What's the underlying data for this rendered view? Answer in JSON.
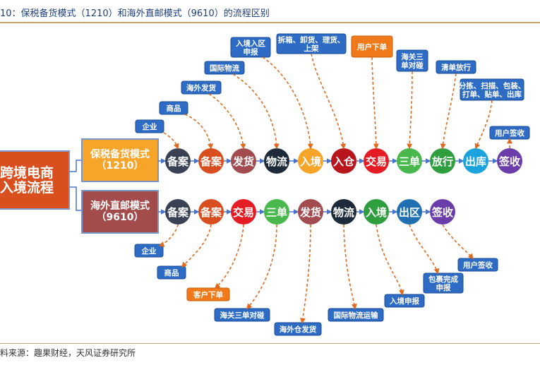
{
  "caption": "10：保税备货模式（1210）和海外直邮模式（9610）的流程区别",
  "source": "料来源：趣果财经，天风证券研究所",
  "root": {
    "line1": "跨境电商",
    "line2": "入境流程",
    "fill": "#d94f1e"
  },
  "mode_a": {
    "line1": "保税备货模式",
    "line2": "（1210）",
    "fill": "#f7a529"
  },
  "mode_b": {
    "line1": "海外直邮模式",
    "line2": "（9610）",
    "fill": "#a24c4c"
  },
  "row_a": {
    "nodes": [
      {
        "label": "备案",
        "color": "#3b4155"
      },
      {
        "label": "备案",
        "color": "#d94e1f"
      },
      {
        "label": "发货",
        "color": "#a24c50"
      },
      {
        "label": "物流",
        "color": "#1c2a3a"
      },
      {
        "label": "入境",
        "color": "#f7a529"
      },
      {
        "label": "入仓",
        "color": "#b7161d"
      },
      {
        "label": "交易",
        "color": "#e51c23"
      },
      {
        "label": "三单",
        "color": "#49b84c"
      },
      {
        "label": "放行",
        "color": "#2e9e3e"
      },
      {
        "label": "出库",
        "color": "#1aa3dc"
      },
      {
        "label": "签收",
        "color": "#6a3da8"
      }
    ],
    "notes": [
      {
        "text": "企业",
        "style": "blue"
      },
      {
        "text": "商品",
        "style": "blue"
      },
      {
        "text": "海外发货",
        "style": "blue"
      },
      {
        "text": "国际物流",
        "style": "blue"
      },
      {
        "text": "入境入区\n申报",
        "style": "blue"
      },
      {
        "text": "拆箱、卸货、理货、\n上架",
        "style": "blue"
      },
      {
        "text": "用户下单",
        "style": "orange"
      },
      {
        "text": "海关三\n单对碰",
        "style": "blue"
      },
      {
        "text": "清单放行",
        "style": "blue"
      },
      {
        "text": "分拣、扫描、包装、\n打单、贴单、出库",
        "style": "blue"
      },
      {
        "text": "用户签收",
        "style": "blue"
      }
    ]
  },
  "row_b": {
    "nodes": [
      {
        "label": "备案",
        "color": "#3b4155"
      },
      {
        "label": "备案",
        "color": "#d94e1f"
      },
      {
        "label": "交易",
        "color": "#e51c23"
      },
      {
        "label": "三单",
        "color": "#49b84c"
      },
      {
        "label": "发货",
        "color": "#a24c50"
      },
      {
        "label": "物流",
        "color": "#1c2a3a"
      },
      {
        "label": "入境",
        "color": "#2e9e3e"
      },
      {
        "label": "出区",
        "color": "#1f6fb2"
      },
      {
        "label": "签收",
        "color": "#6a3da8"
      }
    ],
    "notes": [
      {
        "text": "企业",
        "style": "blue"
      },
      {
        "text": "商品",
        "style": "blue"
      },
      {
        "text": "客户下单",
        "style": "orange"
      },
      {
        "text": "海关三单对碰",
        "style": "blue"
      },
      {
        "text": "海外仓发货",
        "style": "blue"
      },
      {
        "text": "国际物流运输",
        "style": "blue"
      },
      {
        "text": "入境申报",
        "style": "blue"
      },
      {
        "text": "包裹完成\n申报",
        "style": "blue"
      },
      {
        "text": "用户签收",
        "style": "blue"
      }
    ]
  },
  "colors": {
    "note_blue": "#2e6bc4",
    "note_blue_border": "#1b4d96",
    "note_orange": "#f07a1a",
    "note_orange_border": "#c95c08",
    "arrow_dashed": "#e06a1f",
    "flow_line": "#4a74c9",
    "mode_border": "#7b94c8",
    "rule": "#c8a26a"
  }
}
